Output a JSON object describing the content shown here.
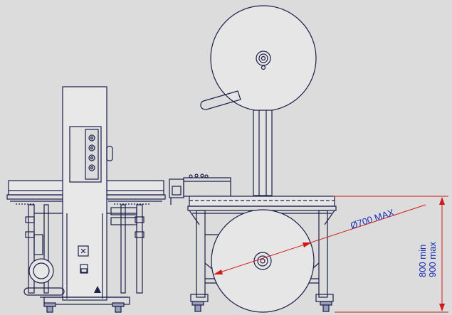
{
  "colors": {
    "background": "#dcdcdc",
    "line": "#1c1f4a",
    "dimension": "#d11919",
    "label": "#1a2fb8"
  },
  "annotations": {
    "diameter_label": "Ø700 MAX",
    "height_min": "800 min",
    "height_max": "900 max"
  }
}
